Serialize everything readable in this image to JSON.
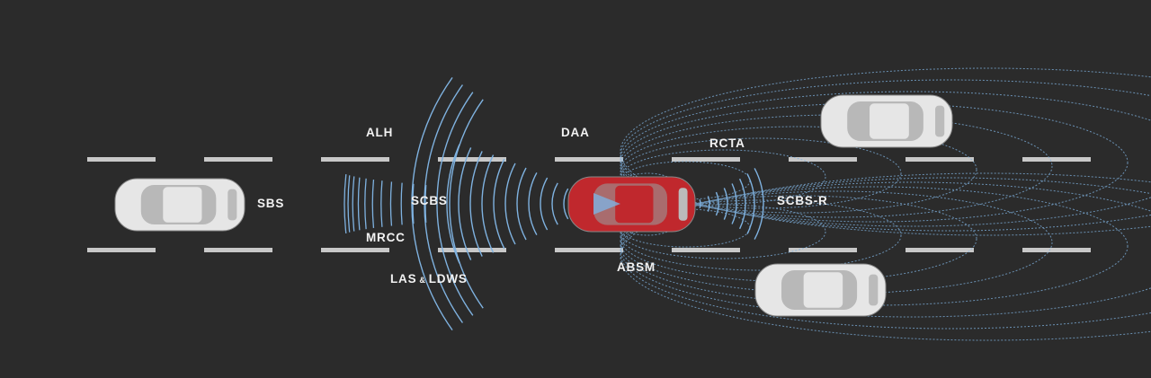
{
  "colors": {
    "background": "#2b2b2b",
    "lane": "#c8c8c8",
    "sensor": "#7fb2e0",
    "host_car": "#c0282d",
    "other_car": "#e6e6e6"
  },
  "labels": {
    "alh": "ALH",
    "daa": "DAA",
    "rcta": "RCTA",
    "sbs": "SBS",
    "scbs": "SCBS",
    "scbs_r": "SCBS-R",
    "mrcc": "MRCC",
    "las": "LAS",
    "amp": "&",
    "ldws": "LDWS",
    "absm": "ABSM"
  }
}
